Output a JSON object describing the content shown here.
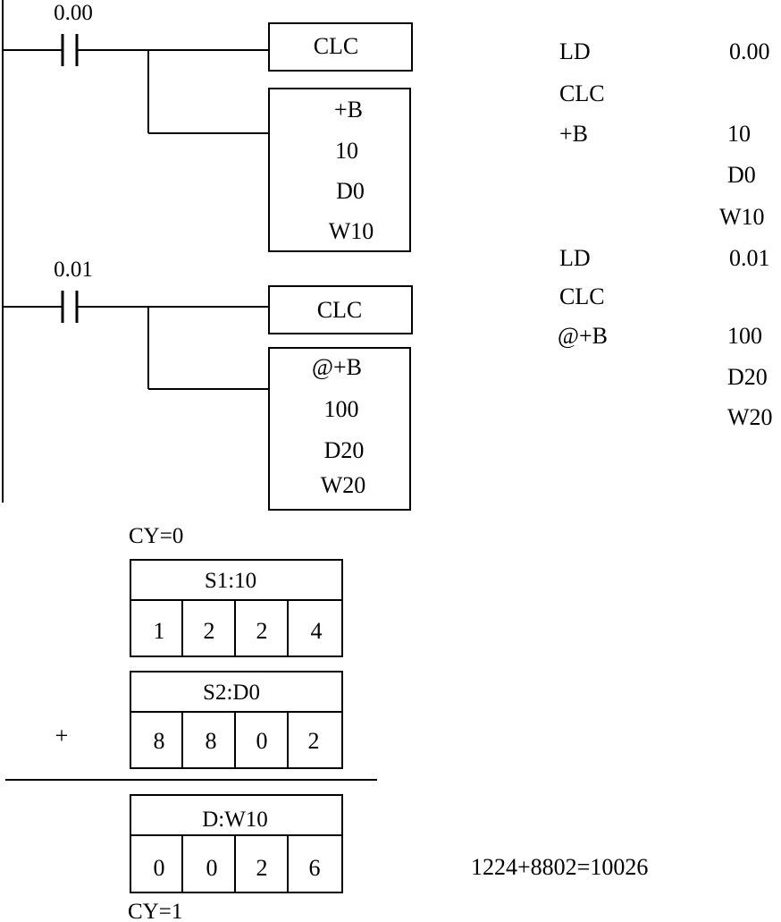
{
  "ladder": {
    "rung1": {
      "contact_address": "0.00",
      "clc_label": "CLC",
      "add": {
        "op": "+B",
        "s1": "10",
        "s2": "D0",
        "d": "W10"
      }
    },
    "rung2": {
      "contact_address": "0.01",
      "clc_label": "CLC",
      "add": {
        "op": "@+B",
        "s1": "100",
        "s2": "D20",
        "d": "W20"
      }
    }
  },
  "mnemonic": {
    "block1": [
      {
        "op": "LD",
        "arg": "0.00"
      },
      {
        "op": "CLC",
        "arg": ""
      },
      {
        "op": "+B",
        "arg": "10"
      },
      {
        "op": "",
        "arg": "D0"
      },
      {
        "op": "",
        "arg": "W10"
      }
    ],
    "block2": [
      {
        "op": "LD",
        "arg": "0.01"
      },
      {
        "op": "CLC",
        "arg": ""
      },
      {
        "op": "@+B",
        "arg": "100"
      },
      {
        "op": "",
        "arg": "D20"
      },
      {
        "op": "",
        "arg": "W20"
      }
    ]
  },
  "calc": {
    "cy_before": "CY=0",
    "s1": {
      "header": "S1:10",
      "digits": [
        "1",
        "2",
        "2",
        "4"
      ]
    },
    "plus_sign": "+",
    "s2": {
      "header": "S2:D0",
      "digits": [
        "8",
        "8",
        "0",
        "2"
      ]
    },
    "d": {
      "header": "D:W10",
      "digits": [
        "0",
        "0",
        "2",
        "6"
      ]
    },
    "cy_after": "CY=1",
    "equation": "1224+8802=10026"
  }
}
